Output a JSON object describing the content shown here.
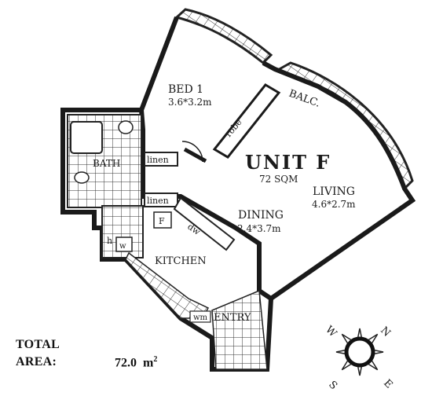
{
  "plan": {
    "unit_title": "UNIT F",
    "unit_area": "72 SQM",
    "rooms": {
      "bed1": {
        "name": "BED 1",
        "dims": "3.6*3.2m"
      },
      "balcony": {
        "name": "BALC."
      },
      "robe": {
        "name": "robe"
      },
      "bath": {
        "name": "BATH"
      },
      "linen_upper": {
        "name": "linen"
      },
      "linen_lower": {
        "name": "linen"
      },
      "living": {
        "name": "LIVING",
        "dims": "4.6*2.7m"
      },
      "dining": {
        "name": "DINING",
        "dims": "2.4*3.7m"
      },
      "kitchen": {
        "name": "KITCHEN"
      },
      "entry": {
        "name": "ENTRY"
      },
      "fridge": {
        "name": "F"
      },
      "dishwasher": {
        "name": "dw"
      },
      "laundry_h": {
        "name": "h"
      },
      "laundry_w": {
        "name": "w"
      },
      "wm": {
        "name": "wm"
      }
    }
  },
  "total_area": {
    "label_line1": "TOTAL",
    "label_line2": "AREA:",
    "value": "72.0",
    "unit": "m",
    "unit_power": "2"
  },
  "compass": {
    "n": "N",
    "e": "E",
    "s": "S",
    "w": "W"
  }
}
